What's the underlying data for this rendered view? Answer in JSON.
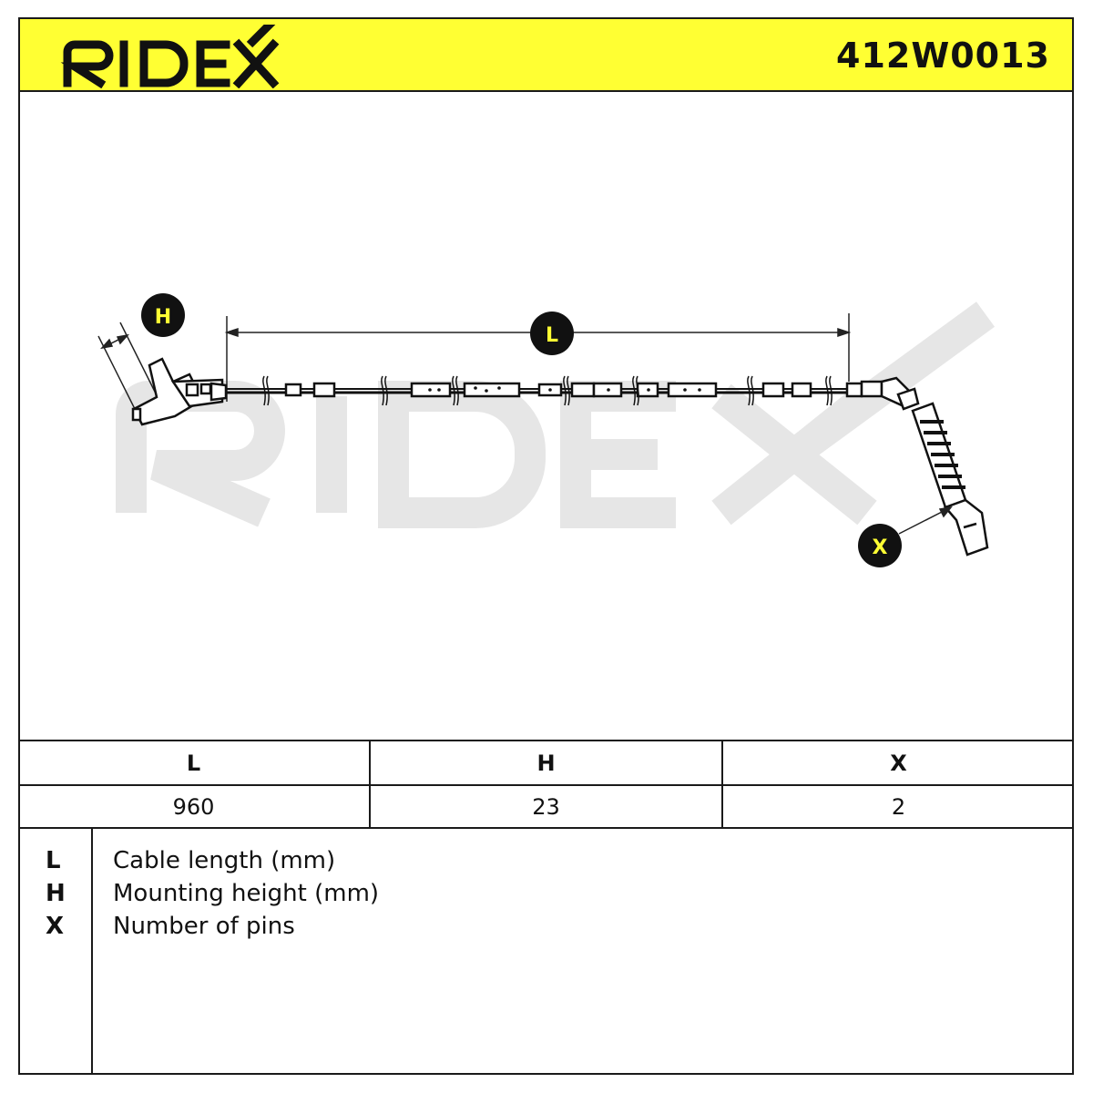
{
  "header": {
    "brand": "RIDEX",
    "part_number": "412W0013",
    "accent_color": "#ffff33"
  },
  "drawing": {
    "watermark": "RIDEX",
    "dimension_labels": {
      "L": "L",
      "H": "H",
      "X": "X"
    }
  },
  "table": {
    "headers": [
      "L",
      "H",
      "X"
    ],
    "values": [
      "960",
      "23",
      "2"
    ]
  },
  "legend": [
    {
      "key": "L",
      "text": "Cable length (mm)"
    },
    {
      "key": "H",
      "text": "Mounting height (mm)"
    },
    {
      "key": "X",
      "text": "Number of pins"
    }
  ]
}
